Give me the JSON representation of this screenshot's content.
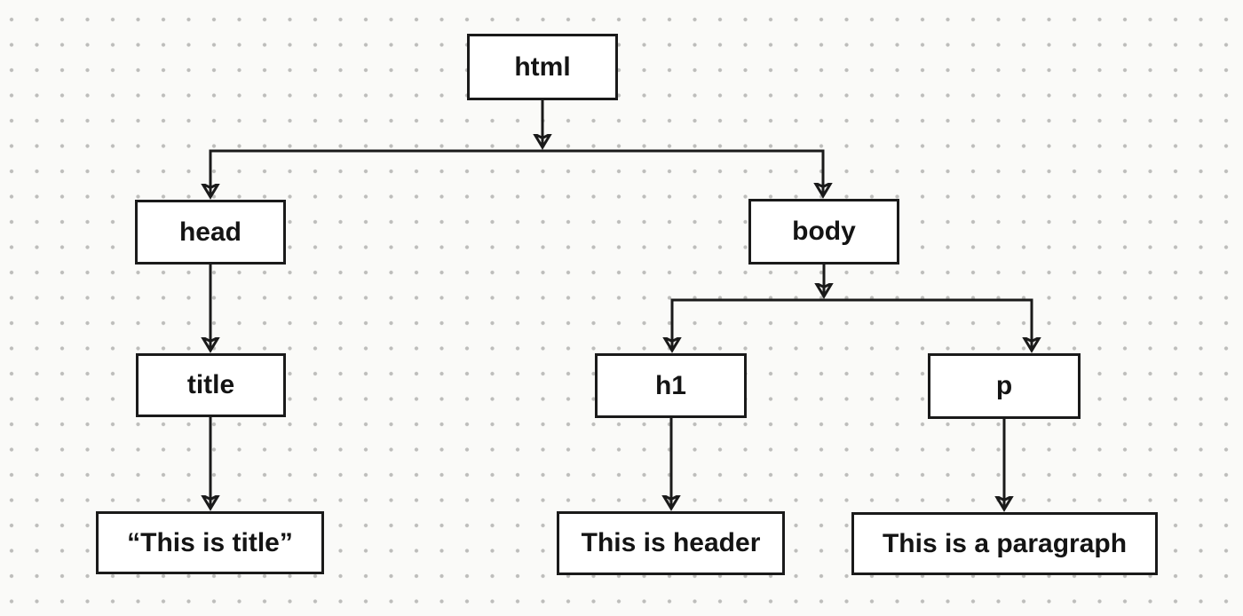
{
  "diagram": {
    "type": "tree",
    "background_color": "#fafaf8",
    "dot_color": "#bdbdbb",
    "node_fill": "#ffffff",
    "stroke_color": "#1a1a1a",
    "nodes": [
      {
        "id": "html",
        "label": "html"
      },
      {
        "id": "head",
        "label": "head"
      },
      {
        "id": "body",
        "label": "body"
      },
      {
        "id": "title",
        "label": "title"
      },
      {
        "id": "h1",
        "label": "h1"
      },
      {
        "id": "p",
        "label": "p"
      },
      {
        "id": "title-text",
        "label": "“This is title”"
      },
      {
        "id": "header-text",
        "label": "This is header"
      },
      {
        "id": "paragraph-text",
        "label": "This is a paragraph"
      }
    ],
    "edges": [
      {
        "from": "html",
        "to": "head"
      },
      {
        "from": "html",
        "to": "body"
      },
      {
        "from": "head",
        "to": "title"
      },
      {
        "from": "title",
        "to": "title-text"
      },
      {
        "from": "body",
        "to": "h1"
      },
      {
        "from": "body",
        "to": "p"
      },
      {
        "from": "h1",
        "to": "header-text"
      },
      {
        "from": "p",
        "to": "paragraph-text"
      }
    ]
  }
}
